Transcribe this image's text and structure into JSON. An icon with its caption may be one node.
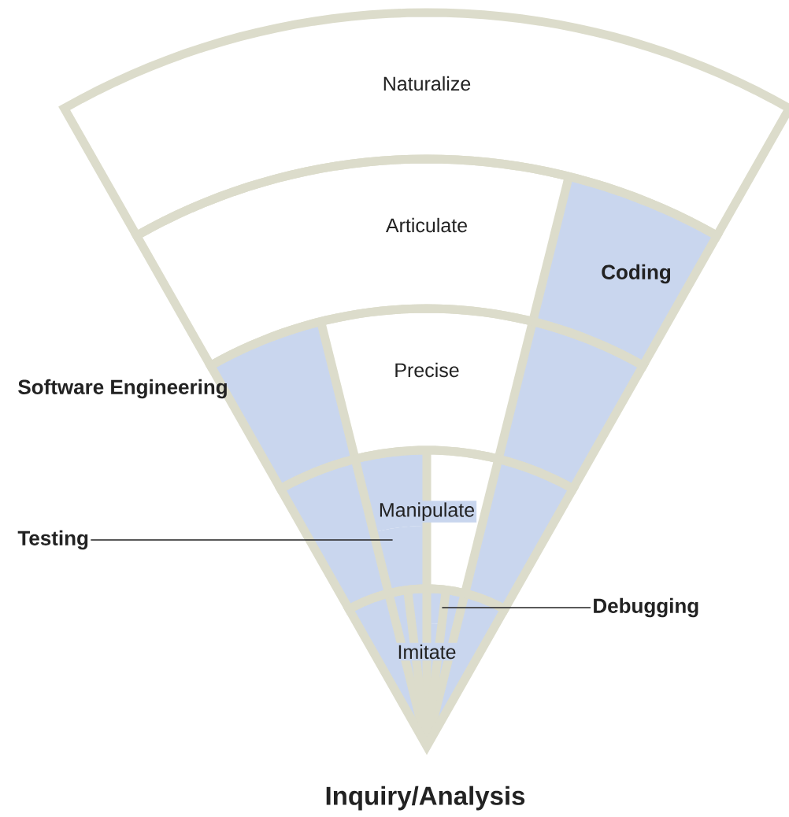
{
  "diagram": {
    "caption": "Inquiry/Analysis",
    "nodes": [
      {
        "text": [
          "Naturalize"
        ]
      },
      {
        "text": [
          "Articulate"
        ]
      },
      {
        "text": [
          "Precise"
        ]
      },
      {
        "text": [
          "Manipulate"
        ]
      },
      {
        "text": [
          "Imitate"
        ]
      },
      {
        "text": [
          "Testing"
        ]
      },
      {
        "text": [],
        "shape": "box",
        "in": 3
      },
      {
        "text": [
          "Debugging"
        ]
      },
      {
        "text": [],
        "shape": "box",
        "in": 4
      }
    ],
    "edges": [
      {
        "from": 5,
        "to": 6,
        "arrow": "none"
      },
      {
        "from": 7,
        "to": 8,
        "arrow": "none"
      }
    ],
    "labels": [
      "Coding",
      "Software Engineering"
    ]
  }
}
